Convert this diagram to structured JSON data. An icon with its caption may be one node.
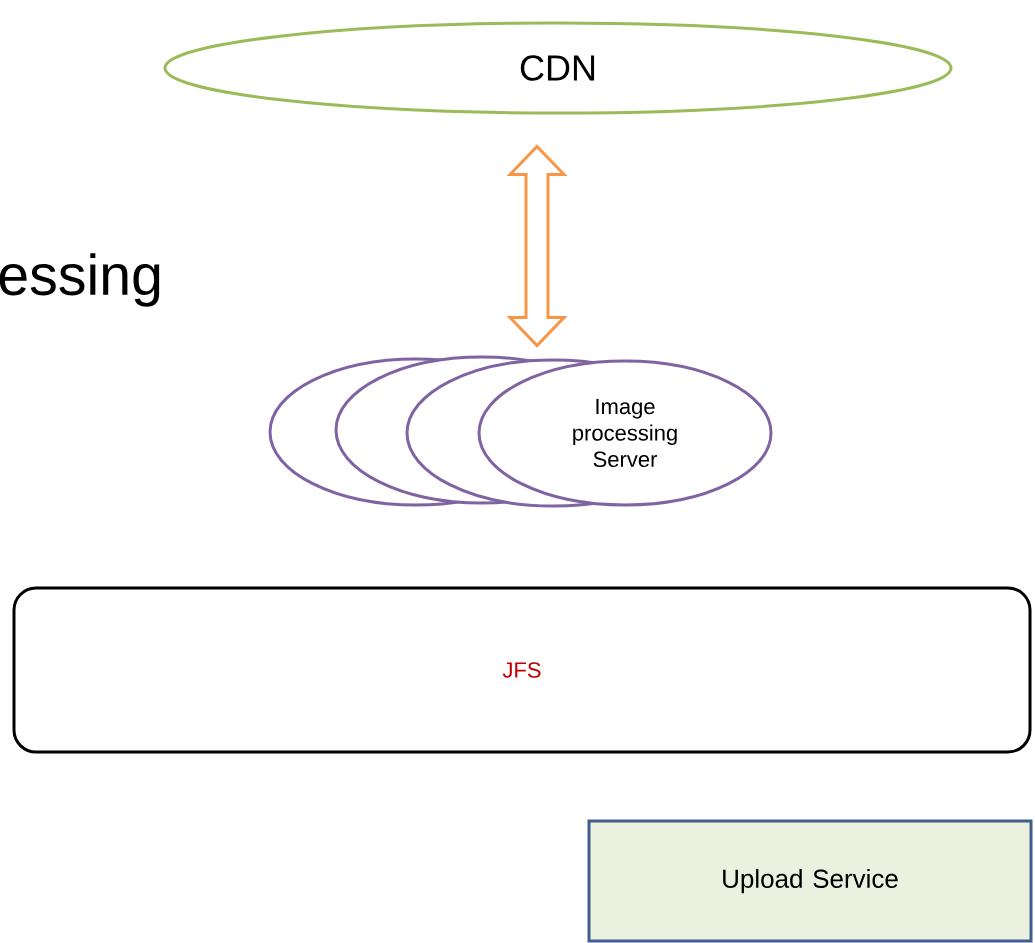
{
  "diagram": {
    "nodes": [
      {
        "text": [
          "CDN"
        ]
      },
      {
        "text": [
          "Image processing Server"
        ]
      },
      {
        "text": [
          "JFS"
        ]
      },
      {
        "text": [
          "Upload Service"
        ]
      }
    ],
    "edges": [
      {
        "from": 0,
        "to": 1,
        "arrow": "both",
        "color": "#f79646"
      }
    ],
    "labels": [
      "essing"
    ]
  }
}
